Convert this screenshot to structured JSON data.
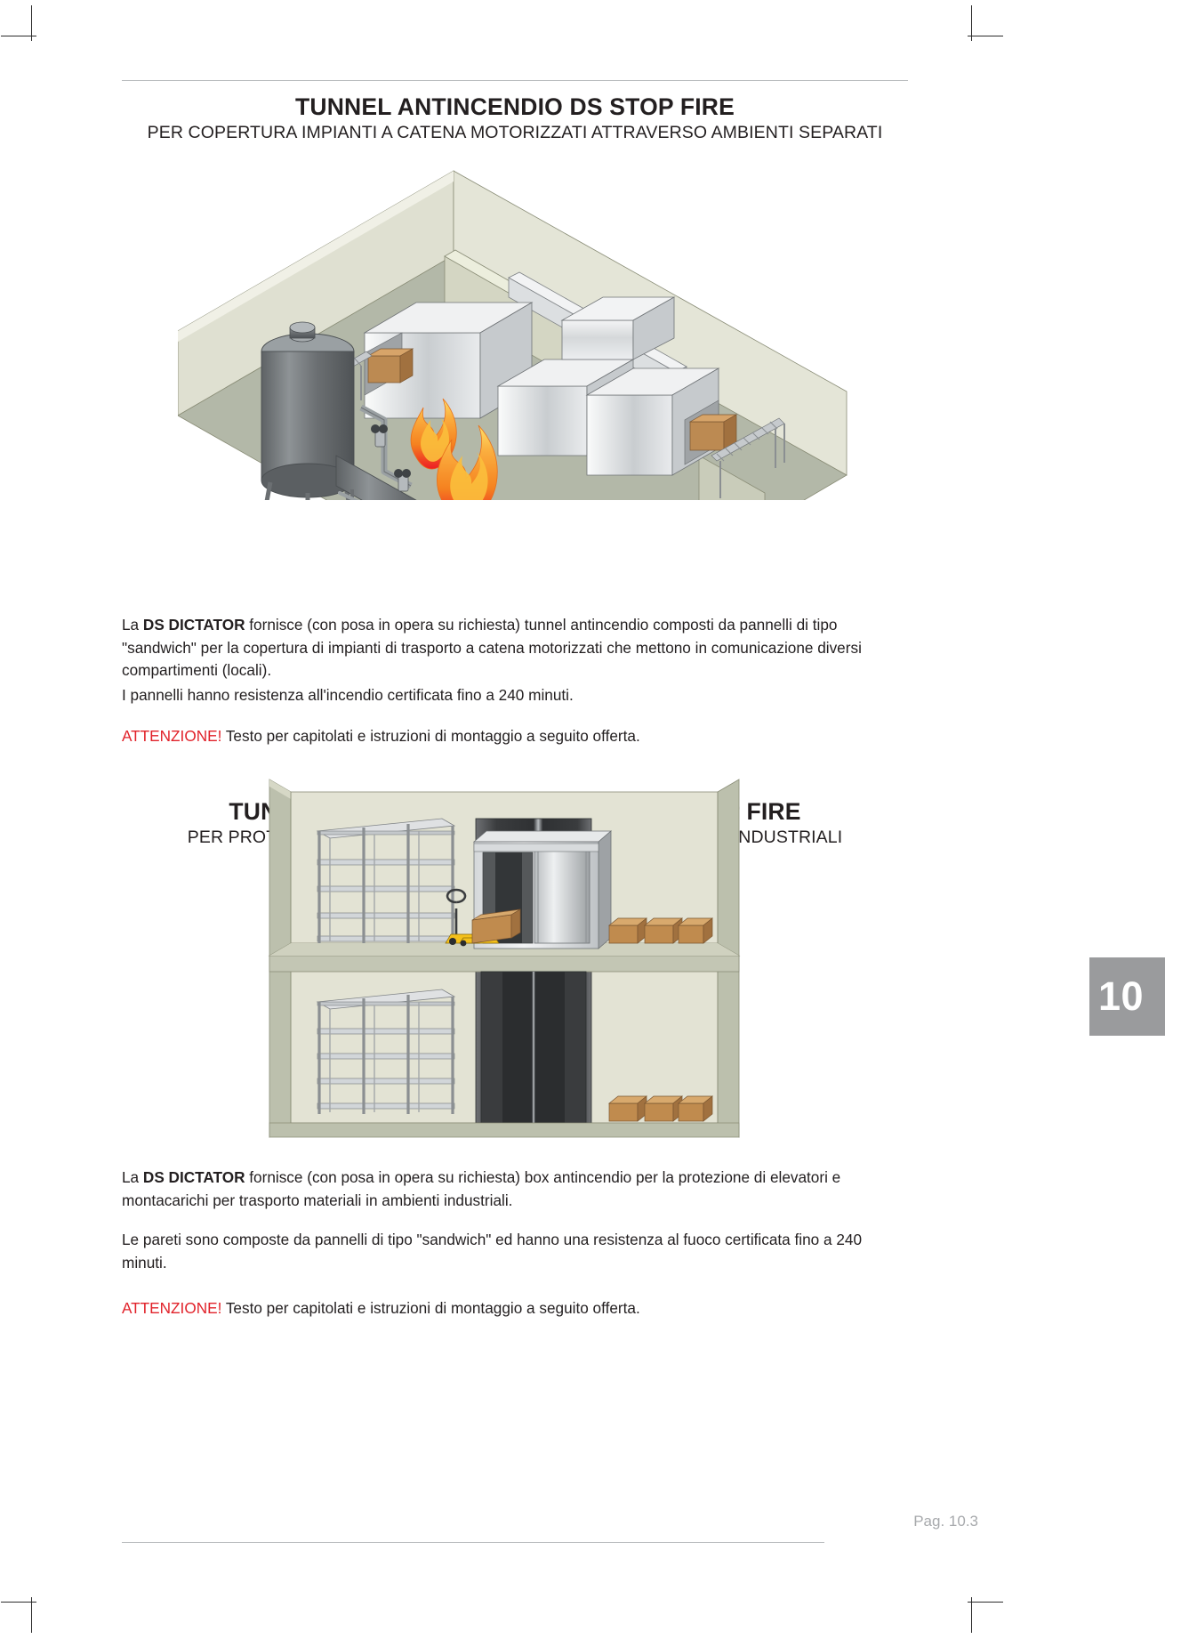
{
  "document": {
    "language": "it",
    "page_tab_number": "10",
    "footer_page_label": "Pag. 10.3"
  },
  "colors": {
    "text": "#231f20",
    "warning_red": "#e1222a",
    "tab_gray": "#9a9b9d",
    "footer_gray": "#a7a9ac",
    "rule_gray": "#b9bcbe",
    "wall_light": "#e3e3d4",
    "wall_mid": "#c9cbb9",
    "floor_gray": "#b3b8a8",
    "machine_light": "#e8e9ea",
    "machine_mid": "#c3c6c8",
    "tank_dark": "#6e7275",
    "carton": "#c08b4e",
    "flame_orange": "#f58220",
    "flame_yellow": "#fdd33a",
    "flame_red": "#ed1c24",
    "shelf_gray": "#c8cbcd",
    "elevator_dark": "#4a4a4a",
    "pallet_yellow": "#f4c01a"
  },
  "sections": [
    {
      "id": "tunnel-orizzontale",
      "title": "TUNNEL ANTINCENDIO DS STOP FIRE",
      "subtitle": "PER COPERTURA IMPIANTI A CATENA MOTORIZZATI ATTRAVERSO AMBIENTI SEPARATI",
      "figure_name": "warehouse-conveyor-fire-illustration",
      "paragraphs": [
        {
          "id": "p1",
          "prefix": "La ",
          "bold": "DS DICTATOR",
          "rest": " fornisce (con posa in opera su richiesta) tunnel antincendio composti da pannelli di tipo \"sandwich\" per la copertura di impianti di trasporto a catena motorizzati che mettono in comunicazione diversi compartimenti (locali)."
        },
        {
          "id": "p2",
          "text": "I pannelli hanno resistenza all'incendio certificata fino a 240 minuti."
        },
        {
          "id": "p3",
          "warning": "ATTENZIONE!",
          "rest": " Testo per capitolati e istruzioni di montaggio a seguito offerta."
        }
      ]
    },
    {
      "id": "tunnel-verticale",
      "title": "TUNNEL ANTINCENDIO VERTICALI DS STOP FIRE",
      "subtitle": "PER PROTEZIONE DI ELEVATORI E MONTACARICHI IN AMBIENTI INDUSTRIALI",
      "figure_name": "two-story-elevator-shaft-illustration",
      "paragraphs": [
        {
          "id": "p4",
          "prefix": "La ",
          "bold": "DS DICTATOR",
          "rest": " fornisce (con posa in opera su richiesta) box antincendio per la protezione di elevatori e montacarichi per trasporto materiali in ambienti industriali."
        },
        {
          "id": "p5",
          "text": "Le pareti sono composte da pannelli di tipo \"sandwich\" ed hanno una resistenza al fuoco certificata fino a 240 minuti."
        },
        {
          "id": "p6",
          "warning": "ATTENZIONE!",
          "rest": " Testo per capitolati e istruzioni di montaggio a seguito offerta."
        }
      ]
    }
  ]
}
